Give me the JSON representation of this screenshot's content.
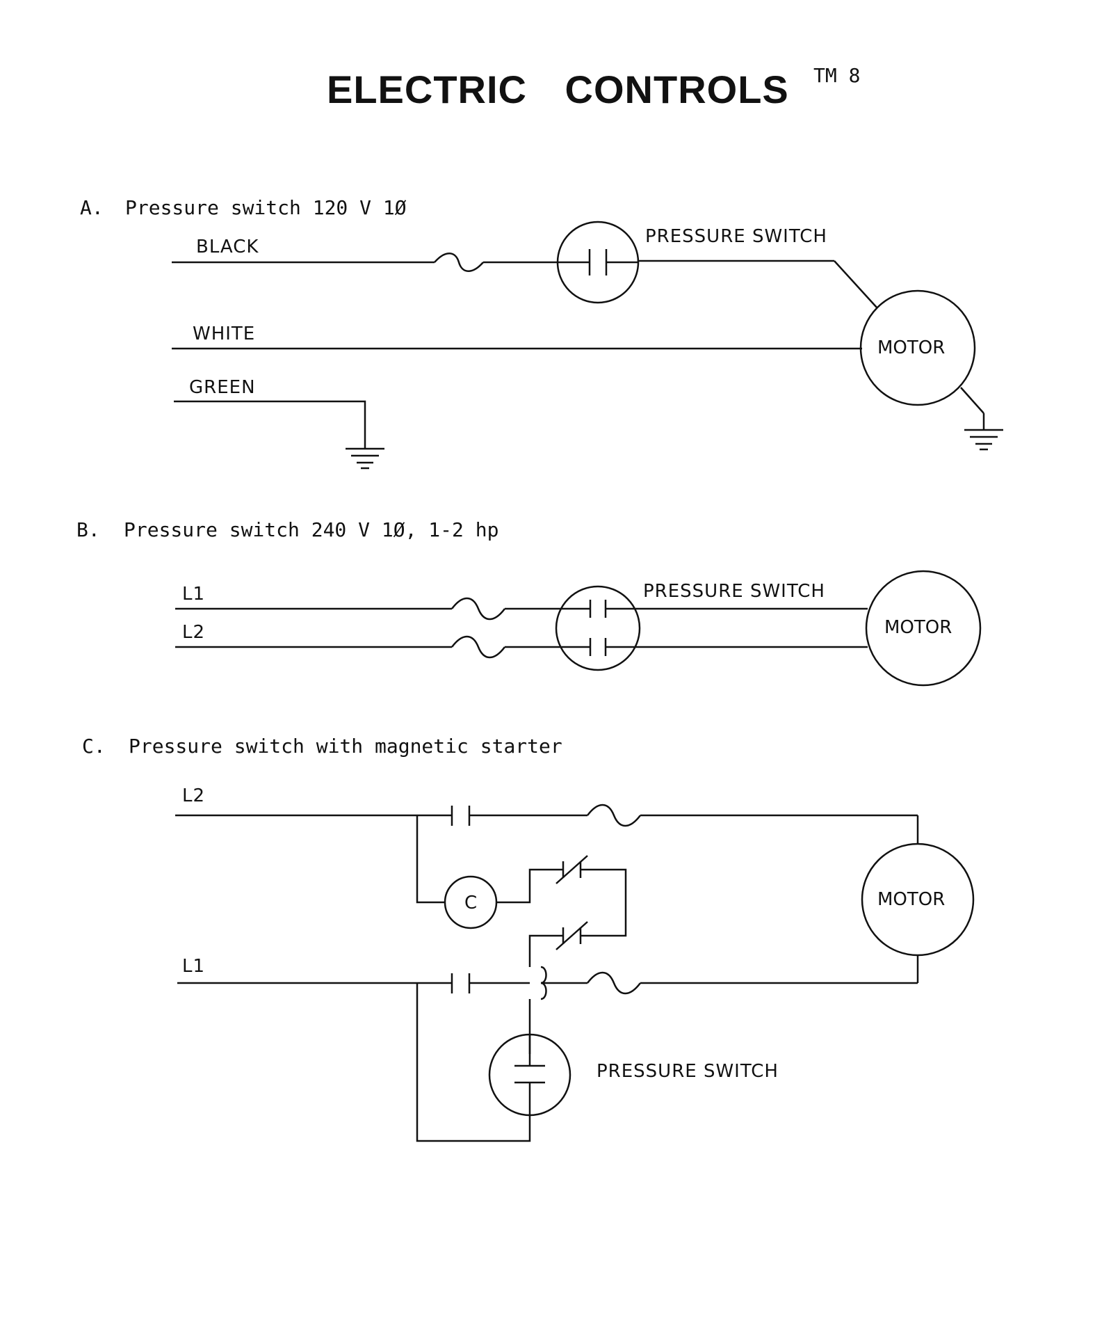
{
  "document": {
    "title": "ELECTRIC CONTROLS",
    "tag": "TM 8"
  },
  "sections": {
    "a": {
      "caption_letter": "A.",
      "caption": "Pressure switch 120 V 1Ø",
      "wires": [
        "BLACK",
        "WHITE",
        "GREEN"
      ],
      "switch_label": "PRESSURE SWITCH",
      "motor_label": "MOTOR"
    },
    "b": {
      "caption_letter": "B.",
      "caption": "Pressure switch 240 V 1Ø, 1-2 hp",
      "lines": [
        "L1",
        "L2"
      ],
      "switch_label": "PRESSURE SWITCH",
      "motor_label": "MOTOR"
    },
    "c": {
      "caption_letter": "C.",
      "caption": "Pressure switch with magnetic starter",
      "lines": [
        "L2",
        "L1"
      ],
      "coil_label": "C",
      "switch_label": "PRESSURE SWITCH",
      "motor_label": "MOTOR"
    }
  }
}
